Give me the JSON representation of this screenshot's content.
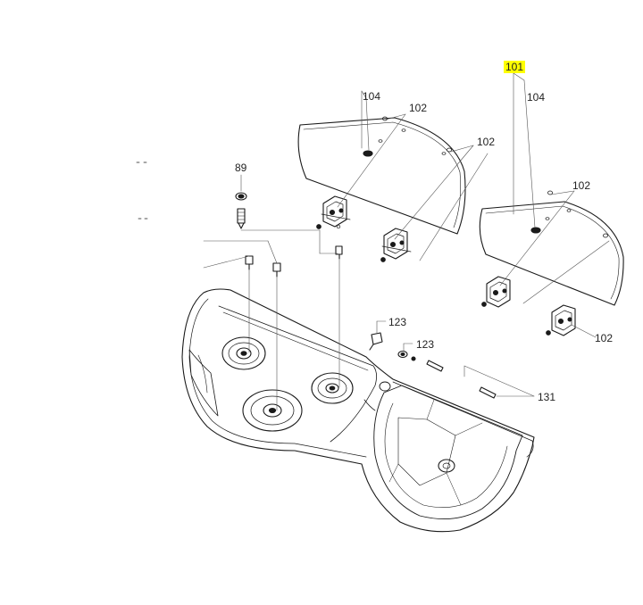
{
  "callouts": {
    "c101": "101",
    "c104a": "104",
    "c104b": "104",
    "c102a": "102",
    "c102b": "102",
    "c102c": "102",
    "c102d": "102",
    "c89": "89",
    "c123a": "123",
    "c123b": "123",
    "c131": "131"
  },
  "colors": {
    "line": "#1a1a1a",
    "highlight": "#ffff00"
  }
}
